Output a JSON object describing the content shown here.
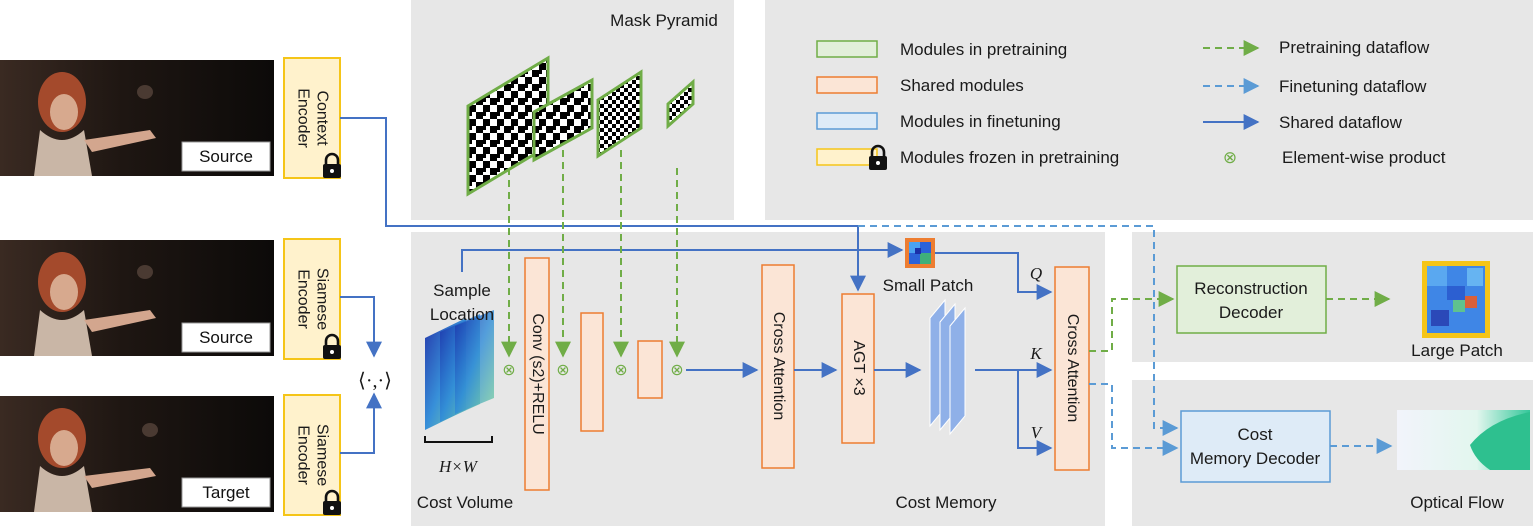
{
  "colors": {
    "pretrain_green": "#70ad47",
    "shared_orange": "#ed7d31",
    "finetune_blue": "#5b9bd5",
    "frozen_yellow": "#f5c518",
    "shared_flow": "#4472c4",
    "panel_gray": "#e7e7e7"
  },
  "inputs": {
    "source1_tag": "Source",
    "source2_tag": "Source",
    "target_tag": "Target"
  },
  "encoders": {
    "context": "Context Encoder",
    "siamese1": "Siamese Encoder",
    "siamese2": "Siamese Encoder",
    "inner_product": "⟨·,·⟩"
  },
  "mask_pyramid": {
    "title": "Mask Pyramid"
  },
  "legend": {
    "modules_pretraining": "Modules in pretraining",
    "shared_modules": "Shared modules",
    "modules_finetuning": "Modules in finetuning",
    "modules_frozen": "Modules frozen in pretraining",
    "pretraining_dataflow": "Pretraining dataflow",
    "finetuning_dataflow": "Finetuning dataflow",
    "shared_dataflow": "Shared dataflow",
    "elementwise_product": "Element-wise product",
    "product_symbol": "⊗"
  },
  "main": {
    "sample_location": "Sample Location",
    "hw": "H×W",
    "cost_volume": "Cost Volume",
    "conv": "Conv (s2)+RELU",
    "cross_attention1": "Cross Attention",
    "agt": "AGT ×3",
    "small_patch": "Small Patch",
    "cost_memory": "Cost Memory",
    "q": "Q",
    "k": "K",
    "v": "V",
    "cross_attention2": "Cross Attention"
  },
  "decoders": {
    "reconstruction": "Reconstruction Decoder",
    "large_patch": "Large Patch",
    "cost_memory_decoder": "Cost Memory Decoder",
    "optical_flow": "Optical Flow"
  }
}
